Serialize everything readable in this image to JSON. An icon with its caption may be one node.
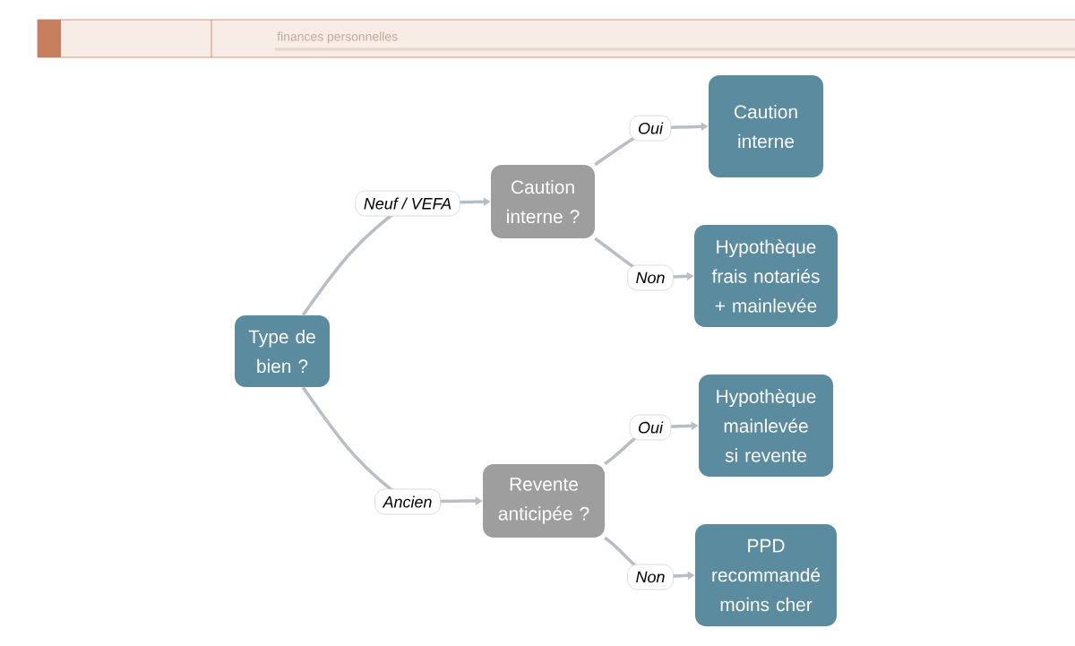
{
  "diagram": {
    "nodes": [
      {
        "text": [
          "Type de bien ?"
        ]
      },
      {
        "text": [
          "Caution interne ?"
        ]
      },
      {
        "text": [
          "Caution interne"
        ]
      },
      {
        "text": [
          "Hypothèque frais notariés + mainlevée"
        ]
      },
      {
        "text": [
          "Revente anticipée ?"
        ]
      },
      {
        "text": [
          "Hypothèque mainlevée si revente"
        ]
      },
      {
        "text": [
          "PPD recommandé moins cher"
        ]
      }
    ],
    "edges": [
      {
        "from": 0,
        "to": 1,
        "arrow": "to",
        "label": "Neuf / VEFA"
      },
      {
        "from": 1,
        "to": 2,
        "arrow": "to",
        "label": "Oui"
      },
      {
        "from": 1,
        "to": 3,
        "arrow": "to",
        "label": "Non"
      },
      {
        "from": 0,
        "to": 4,
        "arrow": "to",
        "label": "Ancien"
      },
      {
        "from": 4,
        "to": 5,
        "arrow": "to",
        "label": "Oui"
      },
      {
        "from": 4,
        "to": 6,
        "arrow": "to",
        "label": "Non"
      }
    ],
    "labels": [
      "finances personnelles"
    ]
  }
}
